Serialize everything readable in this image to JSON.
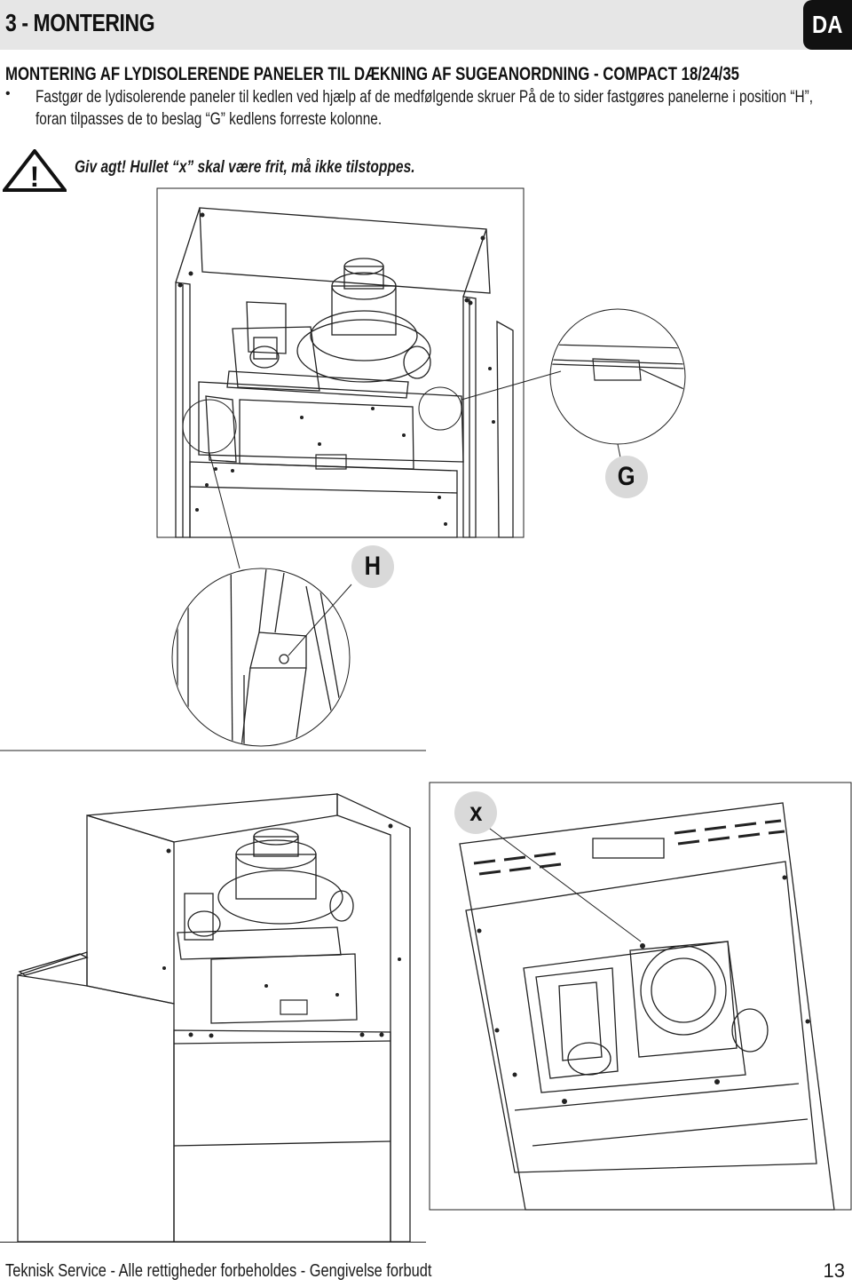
{
  "header": {
    "section": "3 - MONTERING",
    "language": "DA"
  },
  "content": {
    "heading": "MONTERING AF LYDISOLERENDE PANELER TIL DÆKNING AF SUGEANORDNING - COMPACT 18/24/35",
    "bullet_symbol": "•",
    "instruction": "Fastgør de lydisolerende paneler til kedlen ved hjælp af de medfølgende skruer På de to sider fastgøres panelerne i position “H”, foran tilpasses de to beslag “G” kedlens forreste kolonne.",
    "warning_mark": "!",
    "warning": "Giv agt! Hullet “x” skal være frit, må ikke tilstoppes."
  },
  "figures": {
    "label_g": "G",
    "label_h": "H",
    "label_x": "x"
  },
  "footer": {
    "text": "Teknisk Service - Alle rettigheder forbeholdes - Gengivelse forbudt",
    "page": "13"
  }
}
